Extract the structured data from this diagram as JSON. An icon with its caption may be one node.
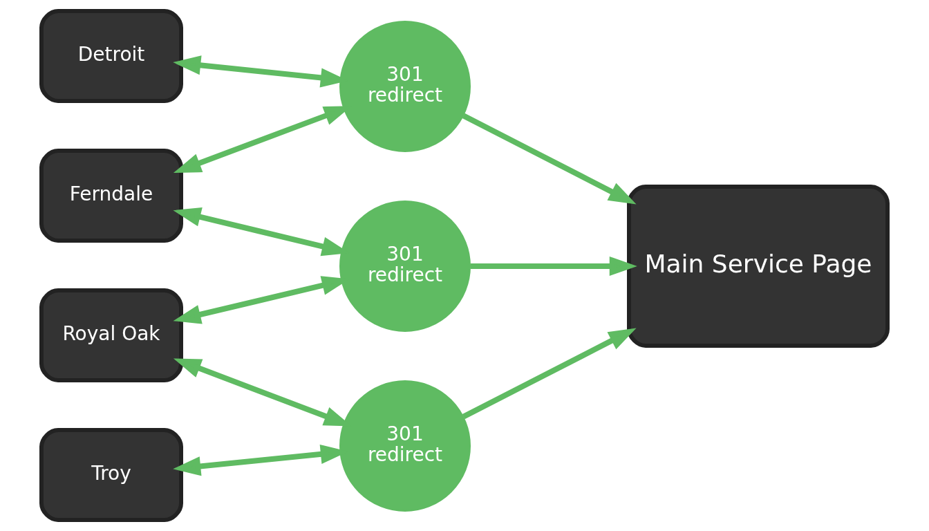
{
  "diagram": {
    "nodes": [
      {
        "text": [
          "Detroit"
        ]
      },
      {
        "text": [
          "Ferndale"
        ]
      },
      {
        "text": [
          "Royal Oak"
        ]
      },
      {
        "text": [
          "Troy"
        ]
      },
      {
        "text": [
          "301 redirect"
        ]
      },
      {
        "text": [
          "301 redirect"
        ]
      },
      {
        "text": [
          "301 redirect"
        ]
      },
      {
        "text": [
          "Main Service Page"
        ]
      }
    ],
    "edges": [
      {
        "from": 0,
        "to": 4,
        "arrow": "both"
      },
      {
        "from": 1,
        "to": 4,
        "arrow": "both"
      },
      {
        "from": 1,
        "to": 5,
        "arrow": "both"
      },
      {
        "from": 2,
        "to": 5,
        "arrow": "both"
      },
      {
        "from": 2,
        "to": 6,
        "arrow": "both"
      },
      {
        "from": 3,
        "to": 6,
        "arrow": "both"
      },
      {
        "from": 4,
        "to": 7,
        "arrow": "to"
      },
      {
        "from": 5,
        "to": 7,
        "arrow": "to"
      },
      {
        "from": 6,
        "to": 7,
        "arrow": "to"
      }
    ]
  }
}
